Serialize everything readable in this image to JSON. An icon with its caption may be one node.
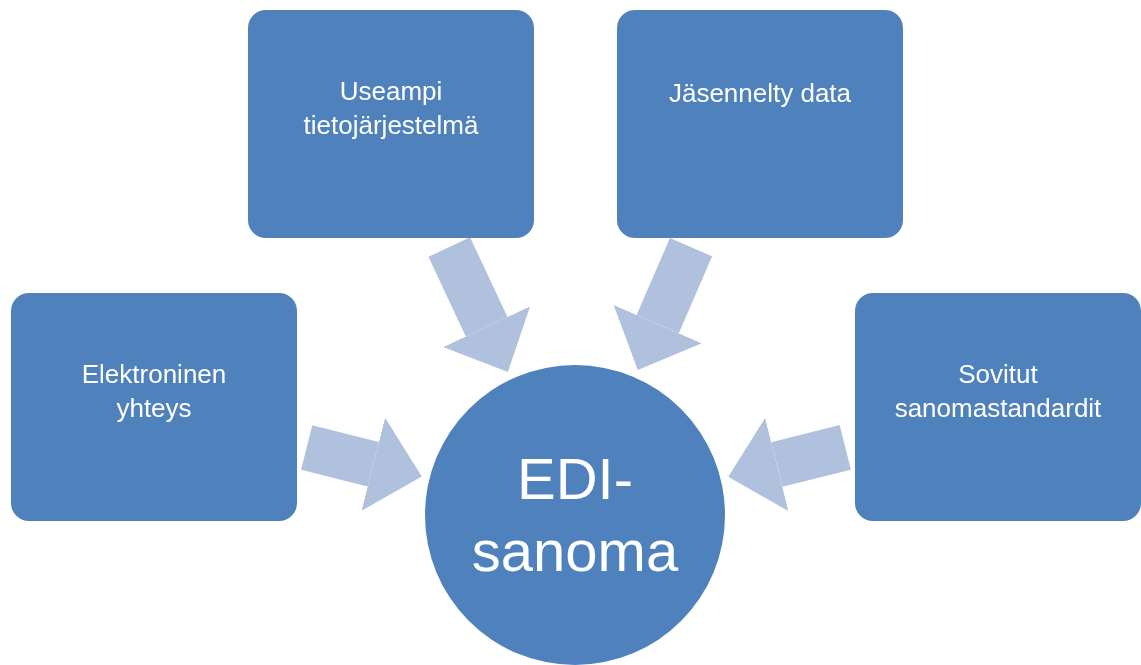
{
  "diagram": {
    "nodes": [
      {
        "text": [
          "Useampi tietojärjestelmä"
        ]
      },
      {
        "text": [
          "Jäsennelty data"
        ]
      },
      {
        "text": [
          "Elektroninen yhteys"
        ]
      },
      {
        "text": [
          "Sovitut sanomastandardit"
        ]
      },
      {
        "text": [
          "EDI- sanoma"
        ]
      }
    ],
    "edges": [
      {
        "from": 0,
        "to": 4,
        "arrow": "to"
      },
      {
        "from": 1,
        "to": 4,
        "arrow": "to"
      },
      {
        "from": 2,
        "to": 4,
        "arrow": "to"
      },
      {
        "from": 3,
        "to": 4,
        "arrow": "to"
      }
    ]
  }
}
